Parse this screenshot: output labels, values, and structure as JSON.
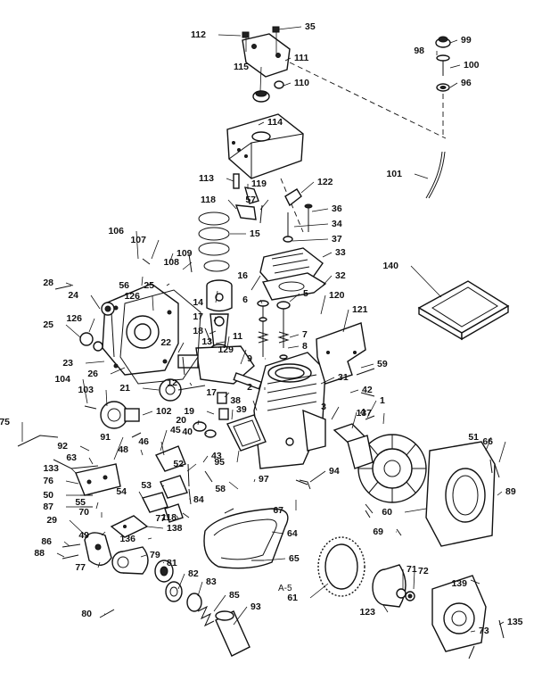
{
  "diagram": {
    "reference_code": "A-5",
    "callouts": [
      "112",
      "35",
      "111",
      "99",
      "98",
      "100",
      "115",
      "110",
      "96",
      "114",
      "101",
      "113",
      "119",
      "122",
      "118",
      "57",
      "36",
      "34",
      "15",
      "37",
      "106",
      "107",
      "109",
      "108",
      "33",
      "32",
      "140",
      "28",
      "56",
      "25",
      "14",
      "16",
      "5",
      "120",
      "24",
      "126",
      "6",
      "121",
      "126",
      "17",
      "7",
      "25",
      "18",
      "13",
      "11",
      "8",
      "23",
      "26",
      "22",
      "129",
      "59",
      "12",
      "9",
      "104",
      "103",
      "21",
      "17",
      "2",
      "42",
      "38",
      "31",
      "1",
      "137",
      "102",
      "39",
      "19",
      "20",
      "40",
      "3",
      "4",
      "75",
      "45",
      "46",
      "95",
      "48",
      "92",
      "43",
      "52",
      "58",
      "97",
      "94",
      "63",
      "91",
      "51",
      "66",
      "133",
      "76",
      "53",
      "50",
      "54",
      "87",
      "55",
      "89",
      "60",
      "70",
      "77",
      "49",
      "118",
      "84",
      "67",
      "138",
      "29",
      "69",
      "136",
      "64",
      "86",
      "79",
      "88",
      "81",
      "65",
      "77",
      "82",
      "83",
      "72",
      "71",
      "139",
      "61",
      "123",
      "85",
      "80",
      "93",
      "135",
      "73"
    ]
  }
}
